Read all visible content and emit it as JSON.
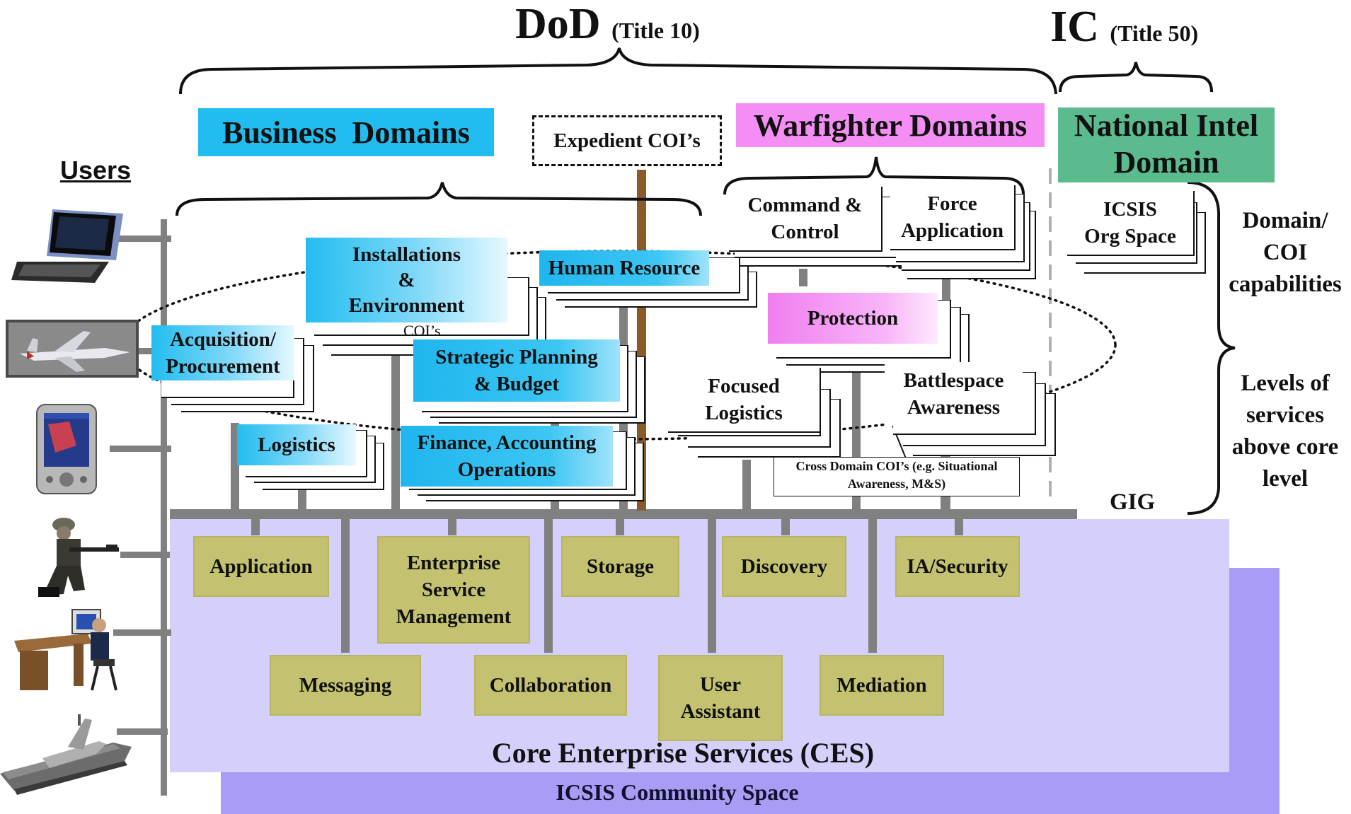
{
  "headers": {
    "dod": "DoD",
    "dod_title": "(Title 10)",
    "ic": "IC",
    "ic_title": "(Title 50)"
  },
  "users_label": "Users",
  "domains": {
    "business": "Business  Domains",
    "expedient": "Expedient COI’s",
    "warfighter": "Warfighter Domains",
    "national_line1": "National Intel",
    "national_line2": "Domain"
  },
  "business_cois": {
    "installations": [
      "Installations",
      "&",
      "Environment"
    ],
    "coi_note": "COI’s",
    "human_resource": "Human Resource",
    "acquisition": [
      "Acquisition/",
      "Procurement"
    ],
    "strategic": [
      "Strategic Planning",
      "& Budget"
    ],
    "logistics": "Logistics",
    "finance": [
      "Finance, Accounting",
      "Operations"
    ]
  },
  "warfighter_cois": {
    "command": [
      "Command &",
      "Control"
    ],
    "force": [
      "Force",
      "Application"
    ],
    "protection": "Protection",
    "focused": [
      "Focused",
      "Logistics"
    ],
    "battlespace": [
      "Battlespace",
      "Awareness"
    ],
    "cross_domain": [
      "Cross Domain COI’s (e.g. Situational",
      "Awareness, M&S)"
    ]
  },
  "intel_cois": {
    "icsis": [
      "ICSIS",
      "Org Space"
    ]
  },
  "right_labels": {
    "domain_coi": [
      "Domain/",
      "COI",
      "capabilities"
    ],
    "levels": [
      "Levels of",
      "services",
      "above core",
      "level"
    ],
    "gig": "GIG"
  },
  "services": {
    "application": "Application",
    "esm": [
      "Enterprise",
      "Service",
      "Management"
    ],
    "storage": "Storage",
    "discovery": "Discovery",
    "ia_security": "IA/Security",
    "messaging": "Messaging",
    "collaboration": "Collaboration",
    "user_assistant": [
      "User",
      "Assistant"
    ],
    "mediation": "Mediation"
  },
  "ces_label": "Core Enterprise Services (CES)",
  "icsis_community": "ICSIS Community Space",
  "colors": {
    "ces_bg": "#d4d0fb",
    "icsis_bg": "#a89cf4",
    "service_box": "#c4c270",
    "bus": "#808080",
    "expedient_pole": "#8b5a2b",
    "business_header": "#22bdf0",
    "warfighter_header": "#f48ef4",
    "national_header": "#5cbb8e"
  },
  "user_icons": [
    "laptop-icon",
    "fighter-jet-icon",
    "pda-icon",
    "soldier-icon",
    "desk-worker-icon",
    "warship-icon"
  ]
}
